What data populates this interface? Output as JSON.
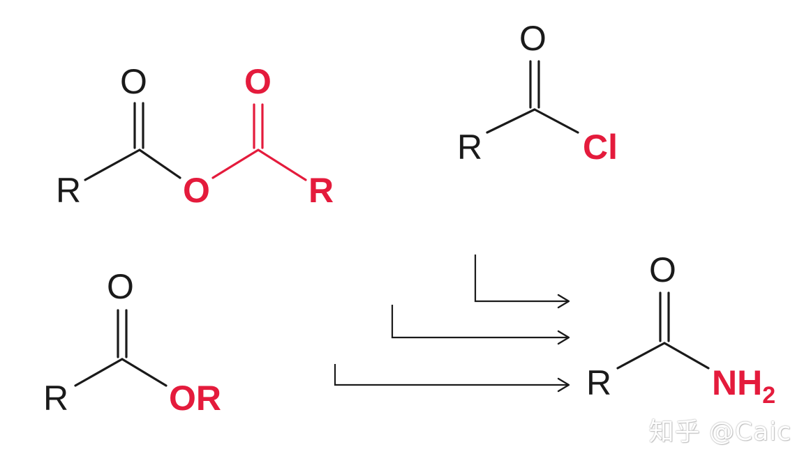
{
  "molecules": {
    "anhydride": {
      "r_left": "R",
      "o_top_left": "O",
      "o_top_right": "O",
      "o_bridge": "O",
      "r_right": "R"
    },
    "acid_chloride": {
      "o_top": "O",
      "r": "R",
      "cl": "Cl"
    },
    "ester": {
      "o_top": "O",
      "r": "R",
      "or_group": "OR"
    },
    "amide": {
      "o_top": "O",
      "r": "R",
      "n": "NH",
      "sub": "2"
    }
  },
  "colors": {
    "highlight": "#e41b3c",
    "ink": "#1a1a1a"
  },
  "watermark": "知乎 @Caic"
}
